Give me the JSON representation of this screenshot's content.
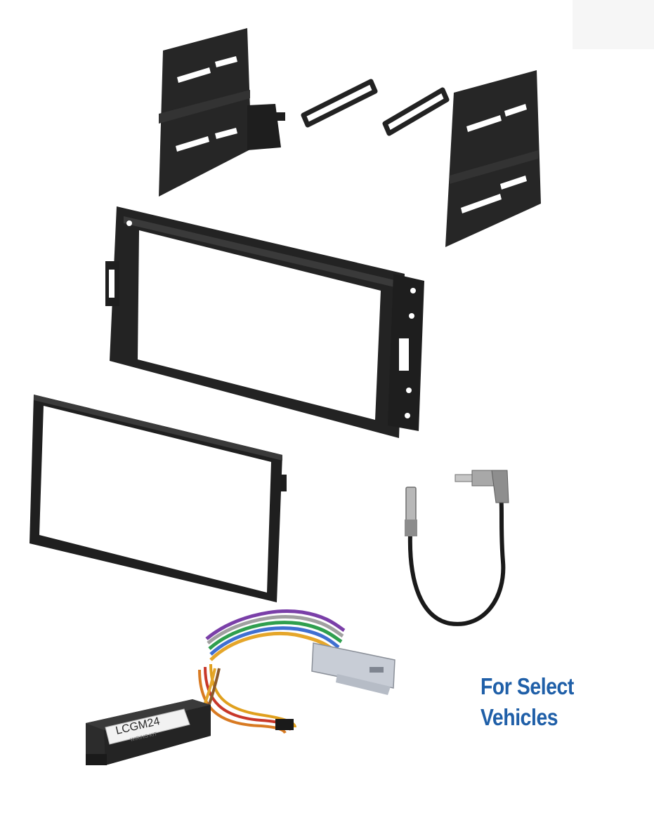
{
  "product_image": {
    "caption_lines": [
      "For Select",
      "Vehicles"
    ],
    "caption_color": "#1f5fa8",
    "module_label": "LCGM24",
    "module_sublabel": "WIRING KIT"
  }
}
